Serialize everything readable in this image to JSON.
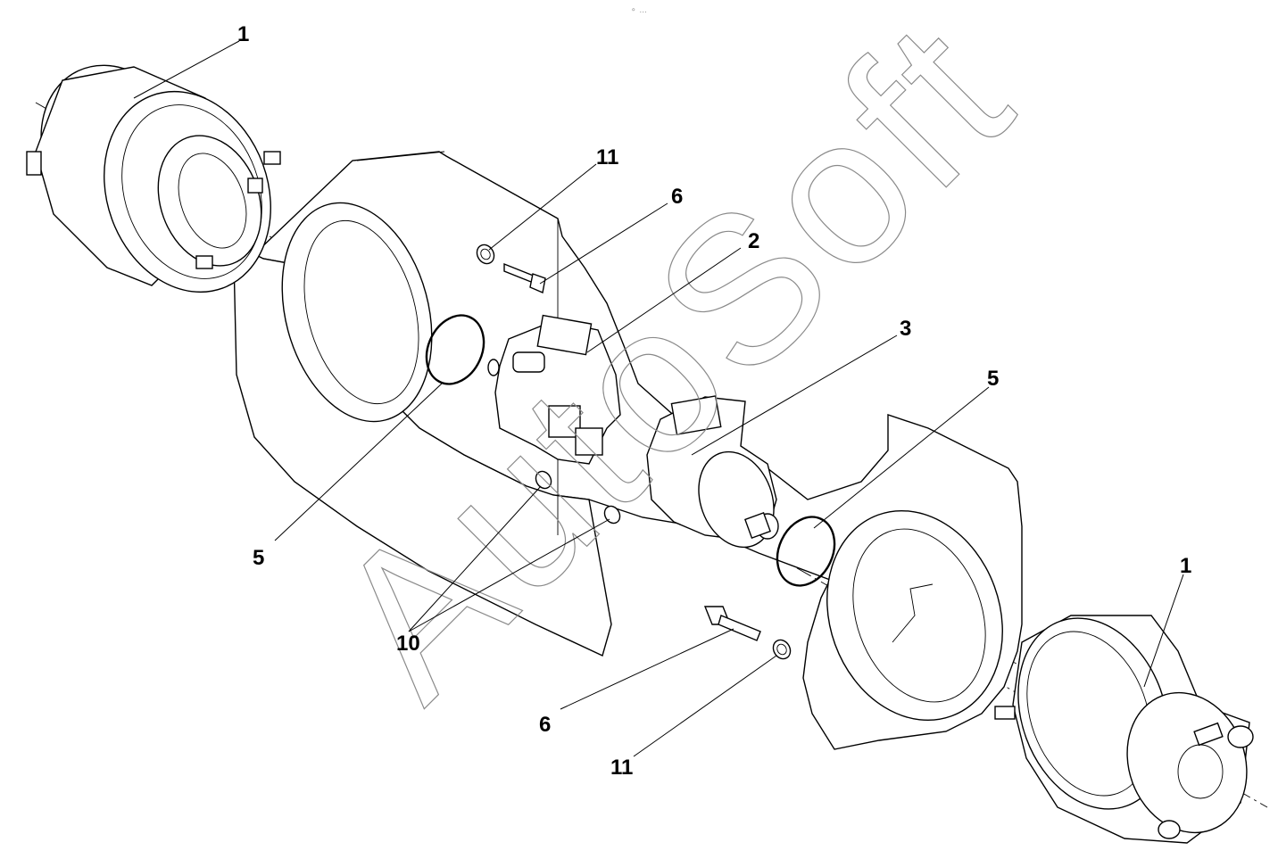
{
  "watermark": "AutoSoft",
  "top_indicator": "⚬ ...",
  "callouts": [
    {
      "id": "c1a",
      "label": "1"
    },
    {
      "id": "c11a",
      "label": "11"
    },
    {
      "id": "c6a",
      "label": "6"
    },
    {
      "id": "c2",
      "label": "2"
    },
    {
      "id": "c3",
      "label": "3"
    },
    {
      "id": "c5a",
      "label": "5"
    },
    {
      "id": "c5b",
      "label": "5"
    },
    {
      "id": "c10",
      "label": "10"
    },
    {
      "id": "c1b",
      "label": "1"
    },
    {
      "id": "c6b",
      "label": "6"
    },
    {
      "id": "c11b",
      "label": "11"
    }
  ]
}
